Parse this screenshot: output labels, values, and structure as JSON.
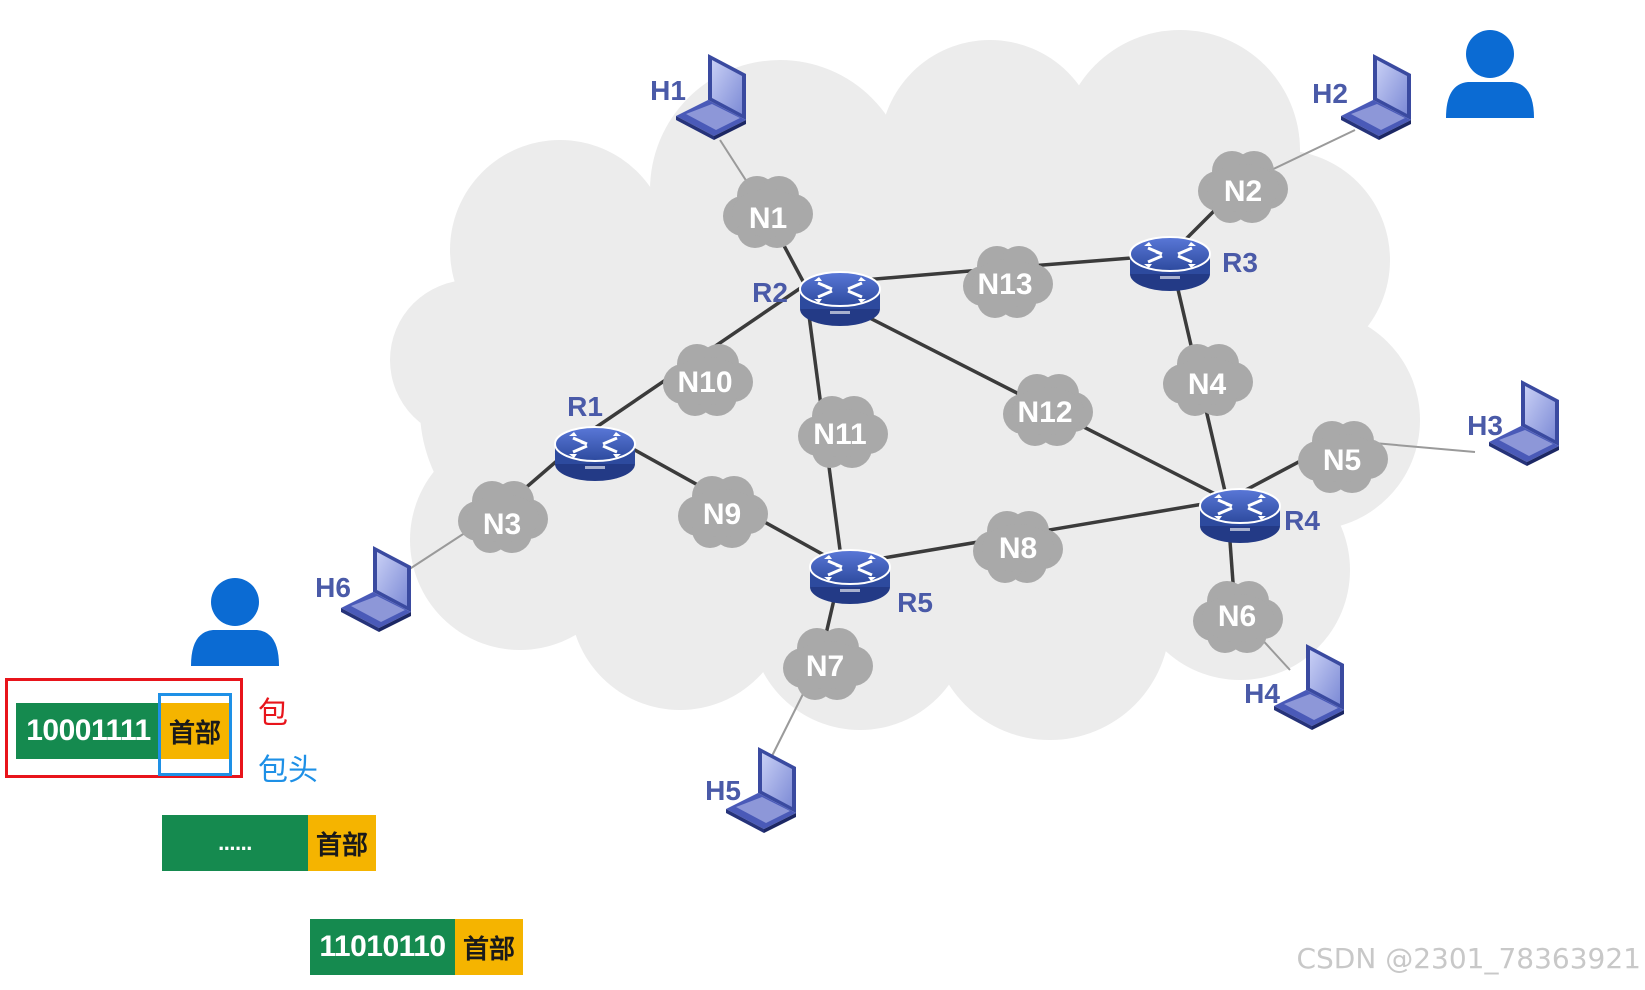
{
  "diagram": {
    "networks": [
      "N1",
      "N2",
      "N3",
      "N4",
      "N5",
      "N6",
      "N7",
      "N8",
      "N9",
      "N10",
      "N11",
      "N12",
      "N13"
    ],
    "routers": [
      "R1",
      "R2",
      "R3",
      "R4",
      "R5"
    ],
    "hosts": [
      "H1",
      "H2",
      "H3",
      "H4",
      "H5",
      "H6"
    ]
  },
  "packets": [
    {
      "data": "10001111",
      "header": "首部"
    },
    {
      "data": "......",
      "header": "首部"
    },
    {
      "data": "11010110",
      "header": "首部"
    }
  ],
  "annotations": {
    "packet_label": "包",
    "header_label": "包头",
    "packet_color": "#e8141b",
    "header_color": "#1e90e6"
  },
  "colors": {
    "data_block": "#158a4f",
    "header_block": "#f5b400",
    "router": "#3a55b8",
    "cloud": "#a9a9a9",
    "user_icon": "#0b6bd3"
  },
  "watermark": "CSDN @2301_78363921"
}
